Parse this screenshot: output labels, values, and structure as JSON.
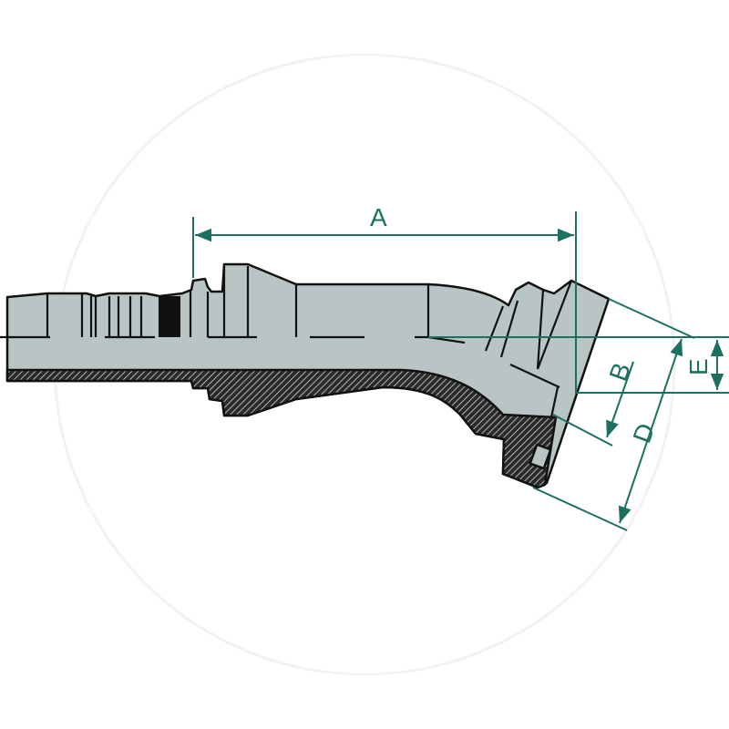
{
  "colors": {
    "body_fill": "#b9c5c5",
    "outline": "#111111",
    "dimension": "#1b7062",
    "background": "#ffffff"
  },
  "dimensions": {
    "a": "A",
    "b": "B",
    "d": "D",
    "e": "E"
  }
}
